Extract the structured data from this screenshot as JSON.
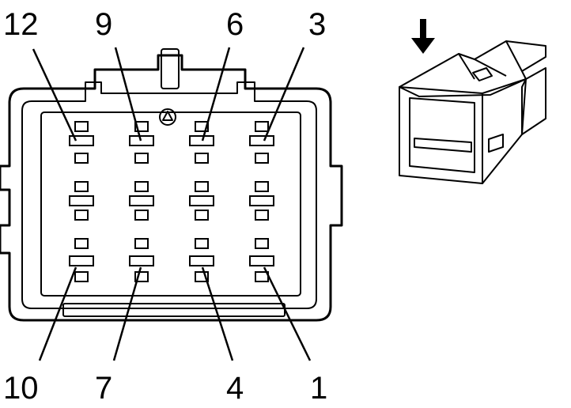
{
  "connector": {
    "pin_labels_top": [
      "12",
      "9",
      "6",
      "3"
    ],
    "pin_labels_bottom": [
      "10",
      "7",
      "4",
      "1"
    ]
  },
  "inset": {
    "arrow_icon": "arrow-down-icon"
  },
  "colors": {
    "line": "#000000",
    "background": "#ffffff"
  }
}
